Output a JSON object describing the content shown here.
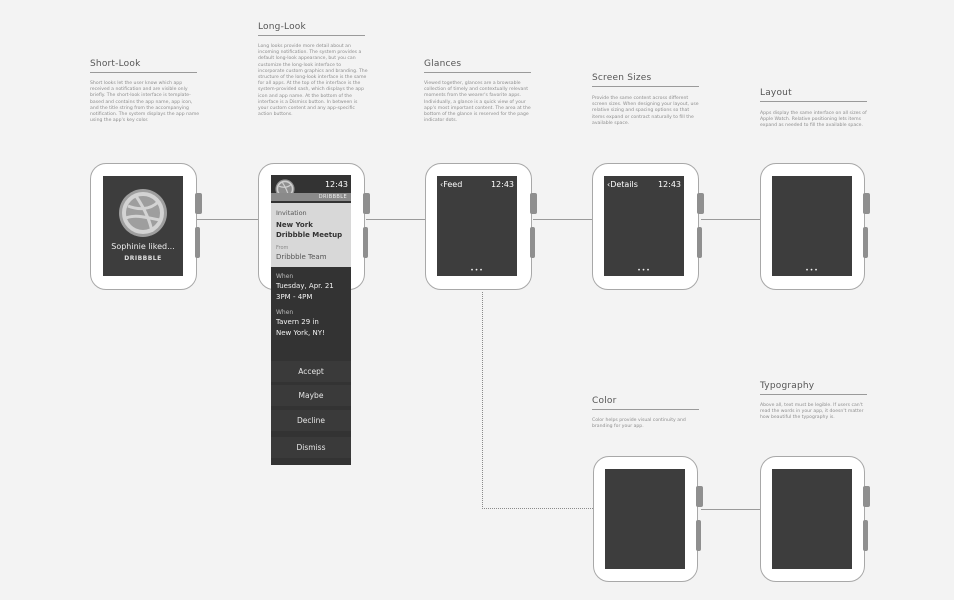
{
  "sections": {
    "short_look": {
      "title": "Short-Look",
      "desc": "Short looks let the user know which app received a notification and are visible only briefly. The short-look interface is template-based and contains the app name, app icon, and the title string from the accompanying notification. The system displays the app name using the app's key color."
    },
    "long_look": {
      "title": "Long-Look",
      "desc": "Long looks provide more detail about an incoming notification. The system provides a default long-look appearance, but you can customize the long-look interface to incorporate custom graphics and branding. The structure of the long-look interface is the same for all apps. At the top of the interface is the system-provided sash, which displays the app icon and app name. At the bottom of the interface is a Dismiss button. In between is your custom content and any app-specific action buttons."
    },
    "glances": {
      "title": "Glances",
      "desc": "Viewed together, glances are a browsable collection of timely and contextually relevant moments from the wearer's favorite apps. Individually, a glance is a quick view of your app's most important content. The area at the bottom of the glance is reserved for the page indicator dots."
    },
    "screen_sizes": {
      "title": "Screen Sizes",
      "desc": "Provide the same content across different screen sizes. When designing your layout, use relative sizing and spacing options so that items expand or contract naturally to fill the available space."
    },
    "layout": {
      "title": "Layout",
      "desc": "Apps display the same interface on all sizes of Apple Watch. Relative positioning lets items expand as needed to fill the available space."
    },
    "color": {
      "title": "Color",
      "desc": "Color helps provide visual continuity and branding for your app."
    },
    "typography": {
      "title": "Typography",
      "desc": "Above all, text must be legible. If users can't read the words in your app, it doesn't matter how beautiful the typography is."
    }
  },
  "short_look_screen": {
    "liked": "Sophinie liked...",
    "app": "DRIBBBLE"
  },
  "long_look_screen": {
    "time": "12:43",
    "app": "DRIBBBLE",
    "invitation_label": "Invitation",
    "invitation_title": "New York Dribbble Meetup",
    "from_label": "From",
    "from_value": "Dribbble Team",
    "when_label": "When",
    "when_date": "Tuesday, Apr. 21",
    "when_time": "3PM - 4PM",
    "where_label": "When",
    "where_value": "Tavern 29 in New York, NY!",
    "actions": [
      "Accept",
      "Maybe",
      "Decline",
      "Dismiss"
    ]
  },
  "glance_screen": {
    "back": "Feed",
    "time": "12:43",
    "dots": "•••"
  },
  "sizes_screen": {
    "back": "Details",
    "time": "12:43",
    "dots": "•••"
  },
  "layout_screen": {
    "dots": "•••"
  },
  "icons": [
    "dribbble-icon",
    "chevron-left-icon",
    "page-dots-icon"
  ],
  "colors": {
    "background": "#f3f3f3",
    "screen": "#3d3d3d",
    "highlight": "#d8d8d8",
    "frame": "#a8a8a8"
  }
}
